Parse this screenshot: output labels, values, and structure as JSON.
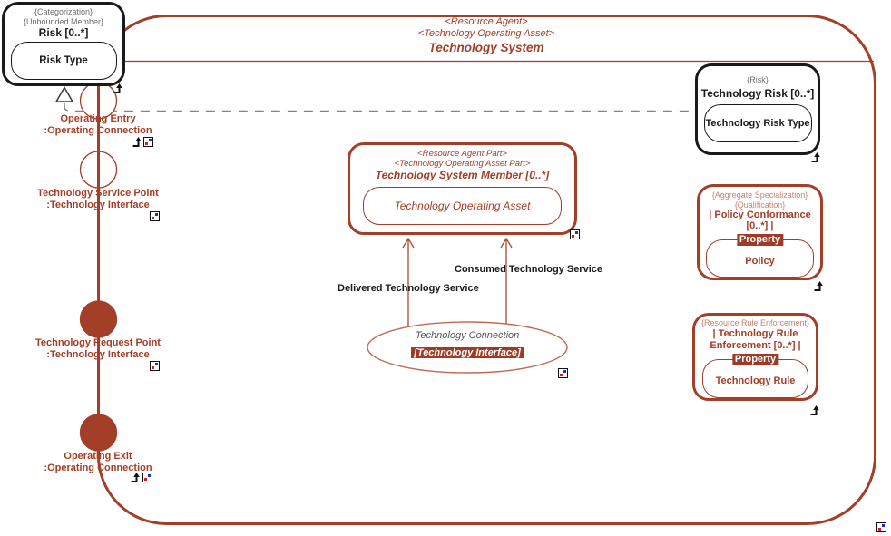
{
  "title": {
    "line1": "<Resource Agent>",
    "line2": "<Technology Operating Asset>",
    "line3": "Technology System"
  },
  "boxes": {
    "risk": {
      "ann1": "{Categorization}",
      "ann2": "{Unbounded Member}",
      "name": "Risk [0..*]",
      "child": "Risk Type"
    },
    "technologyRisk": {
      "ann1": "{Risk}",
      "name": "Technology Risk [0..*]",
      "child": "Technology Risk Type"
    },
    "member": {
      "st1": "<Resource Agent Part>",
      "st2": "<Technology Operating Asset Part>",
      "name": "Technology System Member [0..*]",
      "child": "Technology Operating Asset"
    },
    "policy": {
      "ann1": "{Aggregate Specialization}",
      "ann2": "{Qualification}",
      "name": "| Policy Conformance [0..*] |",
      "tag": "Property",
      "child": "Policy"
    },
    "rule": {
      "ann1": "{Resource Rule Enforcement}",
      "name": "| Technology Rule Enforcement [0..*] |",
      "tag": "Property",
      "child": "Technology Rule"
    }
  },
  "connection": {
    "name": "Technology Connection",
    "type": "[Technology Interface]"
  },
  "ports": {
    "entry": {
      "name": "Operating Entry",
      "type": ":Operating Connection"
    },
    "service": {
      "name": "Technology Service Point",
      "type": ":Technology Interface"
    },
    "request": {
      "name": "Technology Request Point",
      "type": ":Technology Interface"
    },
    "exit": {
      "name": "Operating Exit",
      "type": ":Operating Connection"
    }
  },
  "edges": {
    "delivered": "Delivered Technology Service",
    "consumed": "Consumed Technology Service"
  },
  "colors": {
    "accent": "#A33E28",
    "accent_light": "#C98270",
    "ellipse_stroke": "#C06B54",
    "highlight_bg": "#9E3A26",
    "dashed_gray": "#848484",
    "black": "#1a1a1a"
  }
}
